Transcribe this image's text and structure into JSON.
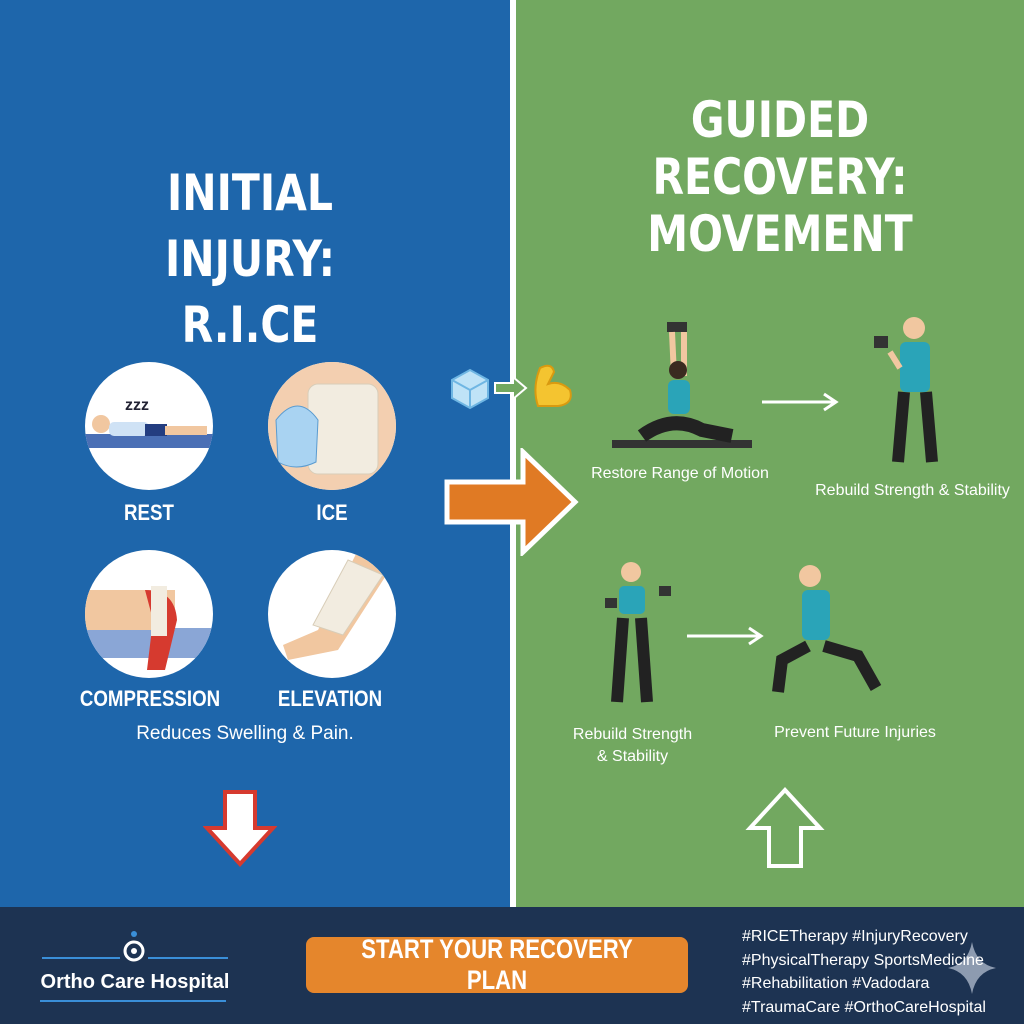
{
  "left": {
    "title_line1": "INITIAL INJURY:",
    "title_line2": "R.I.CE",
    "items": [
      {
        "label": "REST",
        "icon": "rest-icon"
      },
      {
        "label": "ICE",
        "icon": "ice-pack-icon"
      },
      {
        "label": "COMPRESSION",
        "icon": "compression-icon"
      },
      {
        "label": "ELEVATION",
        "icon": "elevation-icon"
      }
    ],
    "caption": "Reduces Swelling & Pain.",
    "sleep_text": "zzz"
  },
  "right": {
    "title_line1": "GUIDED",
    "title_line2": "RECOVERY:",
    "title_line3": "MOVEMENT",
    "steps": [
      {
        "label": "Restore Range of Motion"
      },
      {
        "label": "Rebuild Strength & Stability"
      },
      {
        "label_line1": "Rebuild Strength",
        "label_line2": "& Stability"
      },
      {
        "label": "Prevent Future Injuries"
      }
    ]
  },
  "footer": {
    "brand": "Ortho Care Hospital",
    "cta": "START YOUR RECOVERY PLAN",
    "hashtags": [
      "#RICETherapy #InjuryRecovery",
      "#PhysicalTherapy  SportsMedicine",
      "#Rehabilitation #Vadodara",
      "#TraumaCare #OrthoCareHospital"
    ]
  },
  "colors": {
    "blue": "#1e66ab",
    "green": "#72a860",
    "navy": "#1d3352",
    "orange": "#e5862c",
    "red": "#d63a2f"
  }
}
